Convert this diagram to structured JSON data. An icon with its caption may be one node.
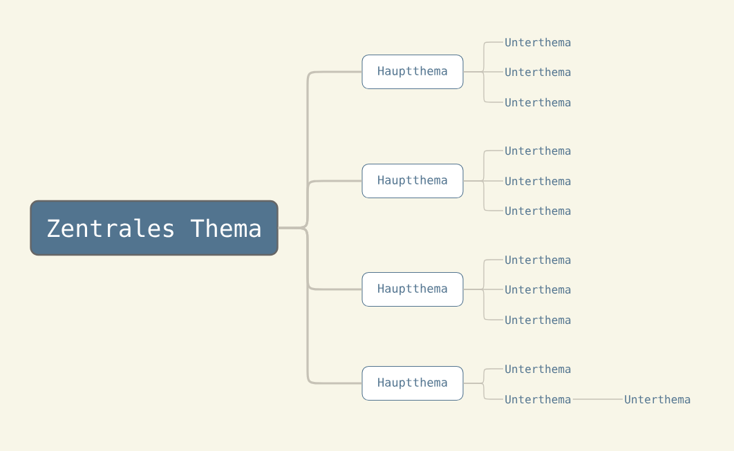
{
  "diagram": {
    "nodes": [
      {
        "text": [
          "Zentrales Thema"
        ]
      },
      {
        "text": [
          "Hauptthema"
        ]
      },
      {
        "text": [
          "Unterthema"
        ]
      },
      {
        "text": [
          "Unterthema"
        ]
      },
      {
        "text": [
          "Unterthema"
        ]
      },
      {
        "text": [
          "Hauptthema"
        ]
      },
      {
        "text": [
          "Unterthema"
        ]
      },
      {
        "text": [
          "Unterthema"
        ]
      },
      {
        "text": [
          "Unterthema"
        ]
      },
      {
        "text": [
          "Hauptthema"
        ]
      },
      {
        "text": [
          "Unterthema"
        ]
      },
      {
        "text": [
          "Unterthema"
        ]
      },
      {
        "text": [
          "Unterthema"
        ]
      },
      {
        "text": [
          "Hauptthema"
        ]
      },
      {
        "text": [
          "Unterthema"
        ]
      },
      {
        "text": [
          "Unterthema"
        ]
      },
      {
        "text": [
          "Unterthema"
        ]
      }
    ],
    "edges": [
      {
        "from": 0,
        "to": 1,
        "arrow": "none",
        "style": "thick"
      },
      {
        "from": 0,
        "to": 5,
        "arrow": "none",
        "style": "thick"
      },
      {
        "from": 0,
        "to": 9,
        "arrow": "none",
        "style": "thick"
      },
      {
        "from": 0,
        "to": 13,
        "arrow": "none",
        "style": "thick"
      },
      {
        "from": 1,
        "to": 2,
        "arrow": "none"
      },
      {
        "from": 1,
        "to": 3,
        "arrow": "none"
      },
      {
        "from": 1,
        "to": 4,
        "arrow": "none"
      },
      {
        "from": 5,
        "to": 6,
        "arrow": "none"
      },
      {
        "from": 5,
        "to": 7,
        "arrow": "none"
      },
      {
        "from": 5,
        "to": 8,
        "arrow": "none"
      },
      {
        "from": 9,
        "to": 10,
        "arrow": "none"
      },
      {
        "from": 9,
        "to": 11,
        "arrow": "none"
      },
      {
        "from": 9,
        "to": 12,
        "arrow": "none"
      },
      {
        "from": 13,
        "to": 14,
        "arrow": "none"
      },
      {
        "from": 13,
        "to": 15,
        "arrow": "none"
      },
      {
        "from": 15,
        "to": 16,
        "arrow": "none"
      }
    ]
  }
}
